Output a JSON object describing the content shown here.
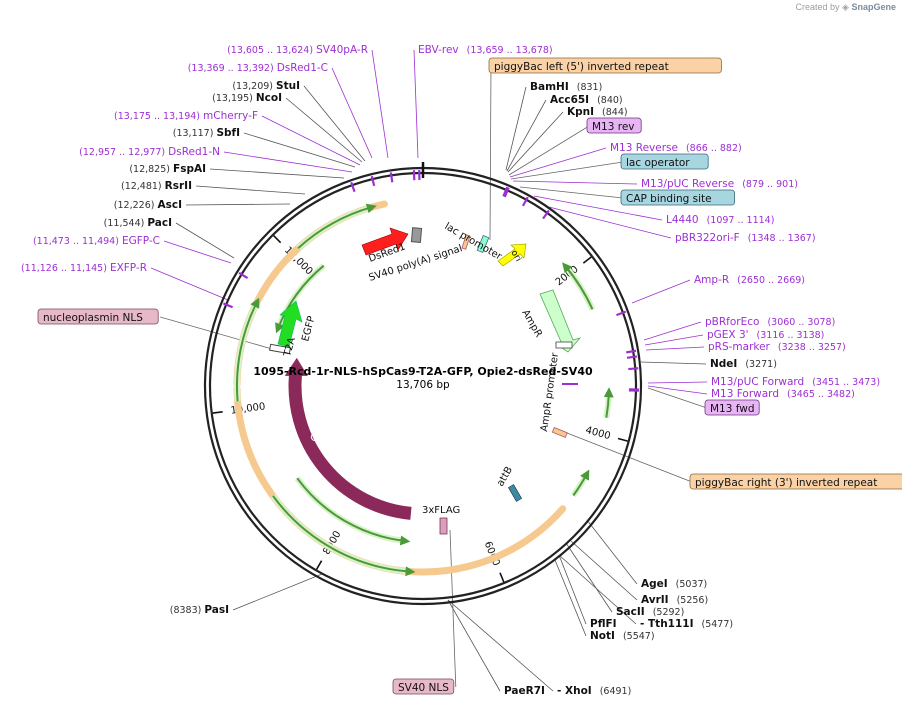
{
  "credit": {
    "prefix": "Created by",
    "brand": "SnapGene"
  },
  "plasmid": {
    "name": "1095-Rcd-1r-NLS-hSpCas9-T2A-GFP, Opie2-dsRed-SV40",
    "length_label": "13,706 bp",
    "length": 13706
  },
  "colors": {
    "site_purple": "#9d2fd3",
    "enzyme": "#000000",
    "cas9": "#8b2a5a",
    "egfp": "#22dd22",
    "dsred": "#ff1f1f",
    "ori": "#ffff00",
    "ampr": "#ccffcc",
    "orange_highlight": "#f6c98f",
    "green_arrow": "#4a9a3a"
  },
  "ticks": [
    {
      "label": "2000",
      "pos": 2000
    },
    {
      "label": "4000",
      "pos": 4000
    },
    {
      "label": "6000",
      "pos": 6000
    },
    {
      "label": "8000",
      "pos": 8000
    },
    {
      "label": "10,000",
      "pos": 10000
    },
    {
      "label": "12,000",
      "pos": 12000
    }
  ],
  "sites": [
    {
      "name": "SV40pA-R",
      "coords": "(13,605 .. 13,624)",
      "kind": "primer",
      "pos": 13614
    },
    {
      "name": "EBV-rev",
      "coords": "(13,659 .. 13,678)",
      "kind": "primer",
      "pos": 13668
    },
    {
      "name": "DsRed1-C",
      "coords": "(13,369 .. 13,392)",
      "kind": "primer",
      "pos": 13380
    },
    {
      "name": "StuI",
      "coords": "(13,209)",
      "kind": "enzyme",
      "pos": 13209
    },
    {
      "name": "NcoI",
      "coords": "(13,195)",
      "kind": "enzyme",
      "pos": 13195
    },
    {
      "name": "mCherry-F",
      "coords": "(13,175 .. 13,194)",
      "kind": "primer",
      "pos": 13184
    },
    {
      "name": "SbfI",
      "coords": "(13,117)",
      "kind": "enzyme",
      "pos": 13117
    },
    {
      "name": "DsRed1-N",
      "coords": "(12,957 .. 12,977)",
      "kind": "primer",
      "pos": 12967
    },
    {
      "name": "FspAI",
      "coords": "(12,825)",
      "kind": "enzyme",
      "pos": 12825
    },
    {
      "name": "RsrII",
      "coords": "(12,481)",
      "kind": "enzyme",
      "pos": 12481
    },
    {
      "name": "AscI",
      "coords": "(12,226)",
      "kind": "enzyme",
      "pos": 12226
    },
    {
      "name": "PacI",
      "coords": "(11,544)",
      "kind": "enzyme",
      "pos": 11544
    },
    {
      "name": "EGFP-C",
      "coords": "(11,473 .. 11,494)",
      "kind": "primer",
      "pos": 11483
    },
    {
      "name": "EXFP-R",
      "coords": "(11,126 .. 11,145)",
      "kind": "primer",
      "pos": 11135
    },
    {
      "name": "BamHI",
      "coords": "(831)",
      "kind": "enzyme",
      "pos": 831
    },
    {
      "name": "Acc65I",
      "coords": "(840)",
      "kind": "enzyme",
      "pos": 840
    },
    {
      "name": "KpnI",
      "coords": "(844)",
      "kind": "enzyme",
      "pos": 844
    },
    {
      "name": "M13 Reverse",
      "coords": "(866 .. 882)",
      "kind": "primer",
      "pos": 874
    },
    {
      "name": "M13/pUC Reverse",
      "coords": "(879 .. 901)",
      "kind": "primer",
      "pos": 890
    },
    {
      "name": "L4440",
      "coords": "(1097 .. 1114)",
      "kind": "primer",
      "pos": 1105
    },
    {
      "name": "pBR322ori-F",
      "coords": "(1348 .. 1367)",
      "kind": "primer",
      "pos": 1357
    },
    {
      "name": "Amp-R",
      "coords": "(2650 .. 2669)",
      "kind": "primer",
      "pos": 2660
    },
    {
      "name": "pBRforEco",
      "coords": "(3060 .. 3078)",
      "kind": "primer",
      "pos": 3069
    },
    {
      "name": "pGEX 3'",
      "coords": "(3116 .. 3138)",
      "kind": "primer",
      "pos": 3127
    },
    {
      "name": "pRS-marker",
      "coords": "(3238 .. 3257)",
      "kind": "primer",
      "pos": 3247
    },
    {
      "name": "NdeI",
      "coords": "(3271)",
      "kind": "enzyme",
      "pos": 3271
    },
    {
      "name": "M13/pUC Forward",
      "coords": "(3451 .. 3473)",
      "kind": "primer",
      "pos": 3462
    },
    {
      "name": "M13 Forward",
      "coords": "(3465 .. 3482)",
      "kind": "primer",
      "pos": 3473
    },
    {
      "name": "AgeI",
      "coords": "(5037)",
      "kind": "enzyme",
      "pos": 5037
    },
    {
      "name": "AvrII",
      "coords": "(5256)",
      "kind": "enzyme",
      "pos": 5256
    },
    {
      "name": "SacII",
      "coords": "(5292)",
      "kind": "enzyme",
      "pos": 5292
    },
    {
      "name": "PflFI",
      "coords": "",
      "kind": "enzyme",
      "pos": 5477
    },
    {
      "name": "- Tth111I",
      "coords": "(5477)",
      "kind": "enzyme",
      "pos": 5477
    },
    {
      "name": "NotI",
      "coords": "(5547)",
      "kind": "enzyme",
      "pos": 5547
    },
    {
      "name": "PaeR7I",
      "coords": "",
      "kind": "enzyme",
      "pos": 6491
    },
    {
      "name": "- XhoI",
      "coords": "(6491)",
      "kind": "enzyme",
      "pos": 6491
    },
    {
      "name": "PasI",
      "coords": "(8383)",
      "kind": "enzyme",
      "pos": 8383
    }
  ],
  "boxed_features": [
    {
      "name": "piggyBac left (5') inverted repeat",
      "style": "orange",
      "pos": 770
    },
    {
      "name": "M13 rev",
      "style": "violet",
      "pos": 870
    },
    {
      "name": "lac operator",
      "style": "teal",
      "pos": 880
    },
    {
      "name": "CAP binding site",
      "style": "teal",
      "pos": 960
    },
    {
      "name": "M13 fwd",
      "style": "violet",
      "pos": 3470
    },
    {
      "name": "piggyBac right (3') inverted repeat",
      "style": "orange",
      "pos": 4500
    },
    {
      "name": "nucleoplasmin NLS",
      "style": "pink",
      "pos": 10520
    },
    {
      "name": "SV40 NLS",
      "style": "pink",
      "pos": 6950
    }
  ],
  "inner_labels": {
    "dsred": "DsRed1",
    "sv40": "SV40 poly(A) signal",
    "lac": "lac promoter",
    "ori": "ori",
    "ampr": "AmpR",
    "ampr_prom": "AmpR promoter",
    "attb": "attB",
    "flag": "3xFLAG",
    "cas9": "Cas9",
    "egfp": "EGFP",
    "t2a": "T2A"
  }
}
